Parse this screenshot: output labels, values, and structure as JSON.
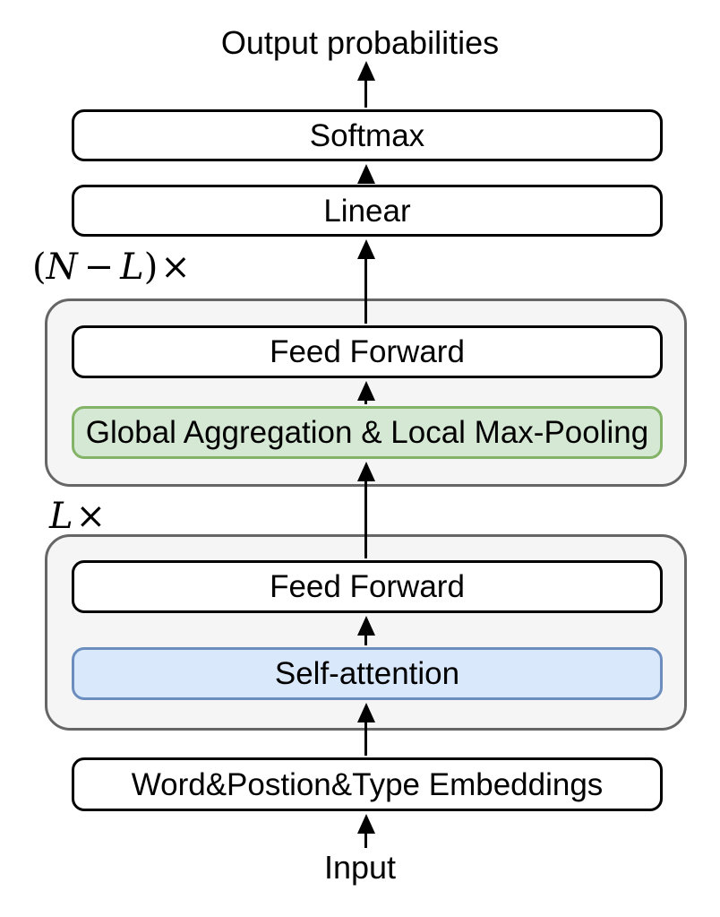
{
  "diagram": {
    "output_label": "Output probabilities",
    "input_label": "Input",
    "multiplier_upper": {
      "open": "(",
      "var_n": "N",
      "operator": "−",
      "var_l": "L",
      "close": ")",
      "times": "×"
    },
    "multiplier_lower": {
      "var_l": "L",
      "times": "×"
    },
    "nodes": {
      "softmax": {
        "label": "Softmax"
      },
      "linear": {
        "label": "Linear"
      },
      "feed_forward_upper": {
        "label": "Feed Forward"
      },
      "global_aggregation": {
        "label": "Global Aggregation & Local Max-Pooling"
      },
      "feed_forward_lower": {
        "label": "Feed Forward"
      },
      "self_attention": {
        "label": "Self-attention"
      },
      "embeddings": {
        "label": "Word&Postion&Type Embeddings"
      }
    },
    "colors": {
      "box_fill": "#ffffff",
      "box_stroke": "#000000",
      "container_fill": "#f5f5f5",
      "container_stroke": "#666666",
      "green_fill": "#d5e8d4",
      "green_stroke": "#82b366",
      "blue_fill": "#dae8fc",
      "blue_stroke": "#6c8ebf"
    }
  }
}
